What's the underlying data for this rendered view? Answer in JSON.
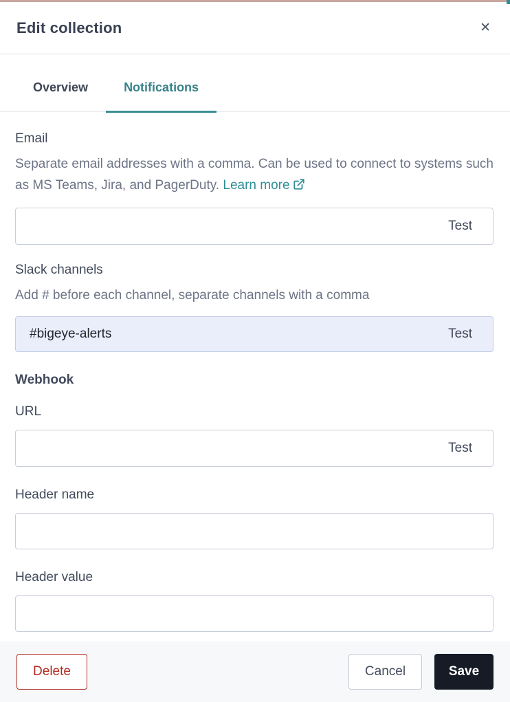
{
  "modal": {
    "title": "Edit collection",
    "close_icon": "✕"
  },
  "tabs": [
    {
      "label": "Overview",
      "active": false
    },
    {
      "label": "Notifications",
      "active": true
    }
  ],
  "sections": {
    "email": {
      "label": "Email",
      "description": "Separate email addresses with a comma. Can be used to connect to systems such as MS Teams, Jira, and PagerDuty. ",
      "link_label": "Learn more",
      "link_icon": "external-link-icon",
      "input_value": "",
      "test_label": "Test"
    },
    "slack": {
      "label": "Slack channels",
      "description": "Add # before each channel, separate channels with a comma",
      "input_value": "#bigeye-alerts",
      "test_label": "Test"
    },
    "webhook": {
      "label": "Webhook",
      "url_label": "URL",
      "url_value": "",
      "url_test_label": "Test",
      "header_name_label": "Header name",
      "header_name_value": "",
      "header_value_label": "Header value",
      "header_value_value": ""
    }
  },
  "footer": {
    "delete_label": "Delete",
    "cancel_label": "Cancel",
    "save_label": "Save"
  },
  "colors": {
    "accent_teal": "#2f8f94",
    "danger_red": "#b02a20",
    "save_dark": "#161b26",
    "slack_input_bg": "#e9eefa",
    "footer_bg": "#f7f8fa",
    "top_strip": "#c9a69e"
  }
}
